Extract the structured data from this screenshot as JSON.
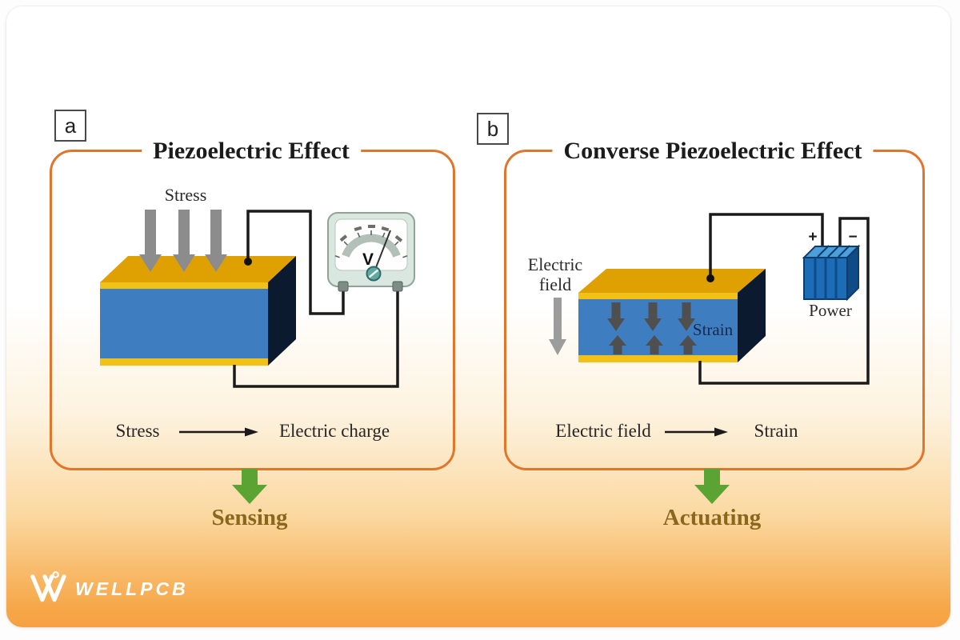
{
  "panel_a": {
    "label": "a",
    "title": "Piezoelectric Effect",
    "stress_label": "Stress",
    "meter_letter": "V",
    "equation_from": "Stress",
    "equation_to": "Electric charge",
    "result": "Sensing"
  },
  "panel_b": {
    "label": "b",
    "title": "Converse Piezoelectric Effect",
    "field_line1": "Electric",
    "field_line2": "field",
    "strain_label": "Strain",
    "battery_plus": "+",
    "battery_minus": "−",
    "battery_label": "Power",
    "equation_from": "Electric field",
    "equation_to": "Strain",
    "result": "Actuating"
  },
  "logo": {
    "text": "WELLPCB"
  },
  "colors": {
    "panel_border_orange": "#e0752b",
    "card_gradient_bottom": "#f5a144",
    "block_gold_top": "#dfa102",
    "block_gold_strip": "#f2c118",
    "block_blue_front": "#3e7ec0",
    "block_navy_side": "#0c1a30",
    "stress_arrow_gray": "#8c8c8c",
    "strain_arrow_dark": "#4f4f4f",
    "wire_black": "#1a1a1a",
    "meter_body_mint": "#d9e7e0",
    "meter_knob_teal": "#63a7a2",
    "battery_blue": "#1c6db5",
    "green_arrow": "#5ba434",
    "result_brown": "#8a671c"
  }
}
